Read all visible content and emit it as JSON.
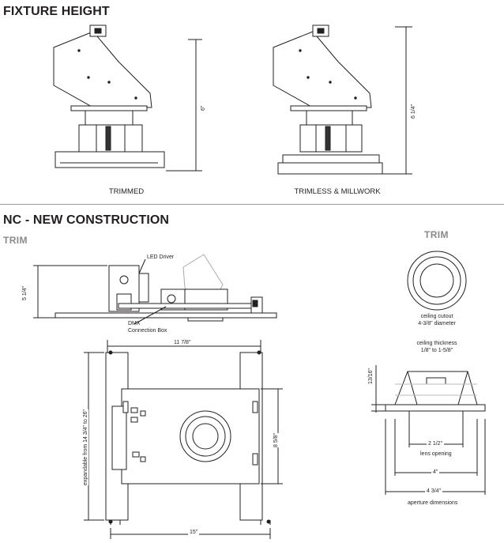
{
  "fixture_height": {
    "title": "FIXTURE HEIGHT",
    "trimmed": {
      "caption": "TRIMMED",
      "height": "6\""
    },
    "trimless": {
      "caption": "TRIMLESS & MILLWORK",
      "height": "6 1/4\""
    }
  },
  "nc": {
    "title": "NC - NEW CONSTRUCTION",
    "left_subtitle": "TRIM",
    "right_subtitle": "TRIM",
    "labels": {
      "led_driver": "LED Driver",
      "dmx_line1": "DMX",
      "dmx_line2": "Connection Box",
      "height": "5 1/4\"",
      "width_top": "11 7/8\"",
      "expandable": "expandable from 14 3/4\" to 26\"",
      "depth": "8 5/8\"",
      "width_bottom": "15\""
    },
    "trim_detail": {
      "cutout_line1": "ceiling cutout",
      "cutout_line2": "4-3/8\" diameter",
      "thickness_line1": "ceiling thickness",
      "thickness_line2": "1/8\" to 1-5/8\"",
      "height": "13/16\"",
      "lens_value": "2 1/2\"",
      "lens_label": "lens opening",
      "four": "4\"",
      "aperture_value": "4 3/4\"",
      "aperture_label": "aperture dimensions"
    }
  }
}
